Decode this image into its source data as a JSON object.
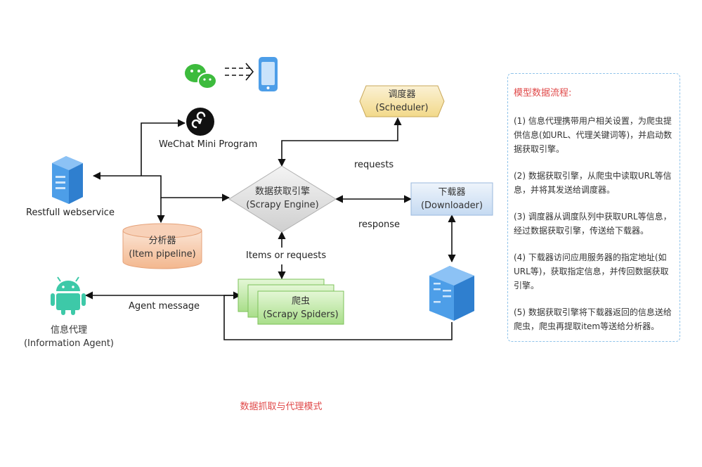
{
  "diagram": {
    "caption": "数据抓取与代理模式",
    "nodes": {
      "wechat": {
        "label": "WeChat Mini Program"
      },
      "webservice": {
        "label": "Restfull webservice"
      },
      "scheduler": {
        "label_cn": "调度器",
        "label_en": "(Scheduler)"
      },
      "engine": {
        "label_cn": "数据获取引擎",
        "label_en": "(Scrapy Engine)"
      },
      "downloader": {
        "label_cn": "下载器",
        "label_en": "(Downloader)"
      },
      "pipeline": {
        "label_cn": "分析器",
        "label_en": "(Item pipeline)"
      },
      "spiders": {
        "label_cn": "爬虫",
        "label_en": "(Scrapy Spiders)"
      },
      "agent": {
        "label_cn": "信息代理",
        "label_en": "(Information Agent)"
      }
    },
    "edges": {
      "requests": "requests",
      "response": "response",
      "items_or_requests": "Items or requests",
      "agent_message": "Agent message"
    },
    "colors": {
      "scheduler_fill": "#f6e7b8",
      "engine_fill": "#dcdcdc",
      "downloader_fill": "#d9e7f6",
      "pipeline_fill": "#f8d1b8",
      "spiders_fill": "#c8ecb0",
      "android_green": "#3dc9a8",
      "wechat_green": "#3dbb3d",
      "server_blue": "#4d9ee8",
      "caption_red": "#e04a4a"
    }
  },
  "panel": {
    "title": "模型数据流程:",
    "steps": [
      "(1) 信息代理携带用户相关设置，为爬虫提供信息(如URL、代理关键词等)，并启动数据获取引擎。",
      "(2) 数据获取引擎，从爬虫中读取URL等信息，并将其发送给调度器。",
      "(3) 调度器从调度队列中获取URL等信息，经过数据获取引擎，传送给下载器。",
      "(4) 下载器访问应用服务器的指定地址(如URL等)，获取指定信息，并传回数据获取引擎。",
      "(5) 数据获取引擎将下载器返回的信息送给爬虫，爬虫再提取item等送给分析器。"
    ]
  }
}
